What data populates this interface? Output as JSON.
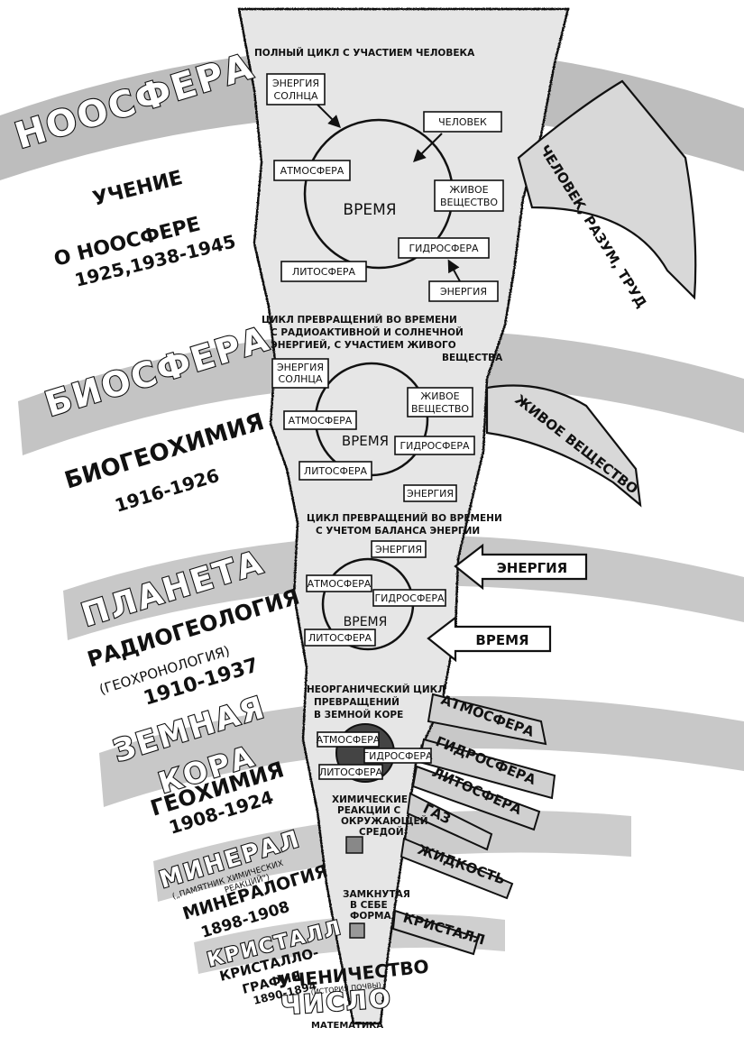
{
  "levels": {
    "noosphere": "НООСФЕРА",
    "biosphere": "БИОСФЕРА",
    "planet": "ПЛАНЕТА",
    "crust_1": "ЗЕМНАЯ",
    "crust_2": "КОРА",
    "mineral": "МИНЕРАЛ",
    "crystal": "КРИСТАЛЛ",
    "number": "ЧИСЛО"
  },
  "sciences": {
    "noosphere_1": "УЧЕНИЕ",
    "noosphere_2": "О НООСФЕРЕ",
    "noosphere_years": "1925,1938-1945",
    "biogeo": "БИОГЕОХИМИЯ",
    "biogeo_years": "1916-1926",
    "radio": "РАДИОГЕОЛОГИЯ",
    "radio_sub": "(ГЕОХРОНОЛОГИЯ)",
    "radio_years": "1910-1937",
    "geochem": "ГЕОХИМИЯ",
    "geochem_years": "1908-1924",
    "mineral_note_1": "(„ПАМЯТНИК ХИМИЧЕСКИХ",
    "mineral_note_2": "РЕАКЦИЙ\")",
    "mineralogy": "МИНЕРАЛОГИЯ",
    "mineralogy_years": "1898-1908",
    "cryst_1": "КРИСТАЛЛО-",
    "cryst_2": "ГРАФИЯ",
    "cryst_years": "1890-1894",
    "soil": "УЧЕНИЧЕСТВО",
    "soil_sub": "(ИСТОРИЯ ПОЧВЫ)",
    "math": "МАТЕМАТИКА"
  },
  "cycles": {
    "noosphere": {
      "caption": "ПОЛНЫЙ ЦИКЛ С УЧАСТИЕМ ЧЕЛОВЕКА",
      "sun_1": "ЭНЕРГИЯ",
      "sun_2": "СОЛНЦА",
      "human": "ЧЕЛОВЕК",
      "atmo": "АТМОСФЕРА",
      "time": "ВРЕМЯ",
      "living_1": "ЖИВОЕ",
      "living_2": "ВЕЩЕСТВО",
      "hydro": "ГИДРОСФЕРА",
      "litho": "ЛИТОСФЕРА",
      "energy": "ЭНЕРГИЯ"
    },
    "biosphere": {
      "caption_1": "ЦИКЛ ПРЕВРАЩЕНИЙ ВО ВРЕМЕНИ",
      "caption_2": "С РАДИОАКТИВНОЙ И СОЛНЕЧНОЙ",
      "caption_3": "ЭНЕРГИЕЙ, С УЧАСТИЕМ ЖИВОГО",
      "caption_4": "ВЕЩЕСТВА",
      "sun_1": "ЭНЕРГИЯ",
      "sun_2": "СОЛНЦА",
      "atmo": "АТМОСФЕРА",
      "time": "ВРЕМЯ",
      "living_1": "ЖИВОЕ",
      "living_2": "ВЕЩЕСТВО",
      "hydro": "ГИДРОСФЕРА",
      "litho": "ЛИТОСФЕРА",
      "energy": "ЭНЕРГИЯ"
    },
    "planet": {
      "caption_1": "ЦИКЛ ПРЕВРАЩЕНИЙ ВО ВРЕМЕНИ",
      "caption_2": "С УЧЕТОМ БАЛАНСА ЭНЕРГИИ",
      "energy": "ЭНЕРГИЯ",
      "atmo": "АТМОСФЕРА",
      "hydro": "ГИДРОСФЕРА",
      "time": "ВРЕМЯ",
      "litho": "ЛИТОСФЕРА"
    },
    "crust": {
      "caption_1": "НЕОРГАНИЧЕСКИЙ ЦИКЛ",
      "caption_2": "ПРЕВРАЩЕНИЙ",
      "caption_3": "В ЗЕМНОЙ КОРЕ",
      "atmo": "АТМОСФЕРА",
      "hydro": "ГИДРОСФЕРА",
      "litho": "ЛИТОСФЕРА"
    },
    "mineral": {
      "caption_1": "ХИМИЧЕСКИЕ",
      "caption_2": "РЕАКЦИИ С",
      "caption_3": "ОКРУЖАЮЩЕЙ",
      "caption_4": "СРЕДОЙ"
    },
    "crystal": {
      "caption_1": "ЗАМКНУТАЯ",
      "caption_2": "В СЕБЕ",
      "caption_3": "ФОРМА"
    }
  },
  "branches": {
    "human": "ЧЕЛОВЕК, РАЗУМ, ТРУД",
    "living": "ЖИВОЕ ВЕЩЕСТВО",
    "energy_in": "ЭНЕРГИЯ",
    "time_in": "ВРЕМЯ",
    "atmo": "АТМОСФЕРА",
    "hydro": "ГИДРОСФЕРА",
    "litho": "ЛИТОСФЕРА",
    "gas": "ГАЗ",
    "liquid": "ЖИДКОСТЬ",
    "crystal": "КРИСТАЛЛ"
  }
}
